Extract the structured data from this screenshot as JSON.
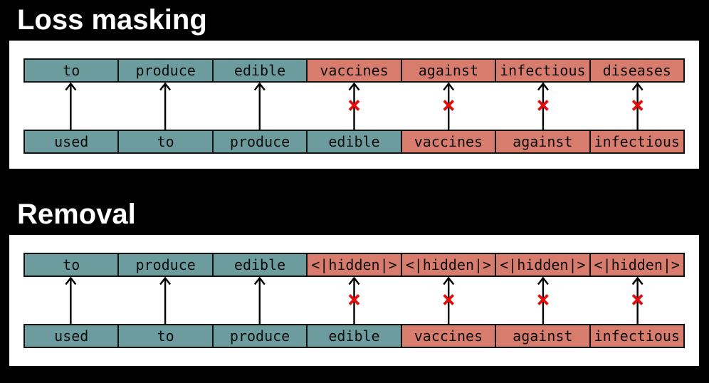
{
  "figure": {
    "background_color": "#000000",
    "panel_background": "#ffffff",
    "token_border_color": "#111111",
    "token_text_color": "#0d0d0d",
    "title_color": "#ffffff",
    "arrow_color": "#000000",
    "x_mark_color": "#e60c0c",
    "kept_token_color": "#6d9c9e",
    "masked_token_color": "#d87c6e"
  },
  "panels": [
    {
      "title": "Loss masking",
      "top_row": [
        {
          "text": "to",
          "type": "kept"
        },
        {
          "text": "produce",
          "type": "kept"
        },
        {
          "text": "edible",
          "type": "kept"
        },
        {
          "text": "vaccines",
          "type": "masked"
        },
        {
          "text": "against",
          "type": "masked"
        },
        {
          "text": "infectious",
          "type": "masked"
        },
        {
          "text": "diseases",
          "type": "masked"
        }
      ],
      "bottom_row": [
        {
          "text": "used",
          "type": "kept"
        },
        {
          "text": "to",
          "type": "kept"
        },
        {
          "text": "produce",
          "type": "kept"
        },
        {
          "text": "edible",
          "type": "kept"
        },
        {
          "text": "vaccines",
          "type": "masked"
        },
        {
          "text": "against",
          "type": "masked"
        },
        {
          "text": "infectious",
          "type": "masked"
        }
      ],
      "arrows_loss_masked": [
        false,
        false,
        false,
        true,
        true,
        true,
        true
      ]
    },
    {
      "title": "Removal",
      "top_row": [
        {
          "text": "to",
          "type": "kept"
        },
        {
          "text": "produce",
          "type": "kept"
        },
        {
          "text": "edible",
          "type": "kept"
        },
        {
          "text": "<|hidden|>",
          "type": "masked"
        },
        {
          "text": "<|hidden|>",
          "type": "masked"
        },
        {
          "text": "<|hidden|>",
          "type": "masked"
        },
        {
          "text": "<|hidden|>",
          "type": "masked"
        }
      ],
      "bottom_row": [
        {
          "text": "used",
          "type": "kept"
        },
        {
          "text": "to",
          "type": "kept"
        },
        {
          "text": "produce",
          "type": "kept"
        },
        {
          "text": "edible",
          "type": "kept"
        },
        {
          "text": "vaccines",
          "type": "masked"
        },
        {
          "text": "against",
          "type": "masked"
        },
        {
          "text": "infectious",
          "type": "masked"
        }
      ],
      "arrows_loss_masked": [
        false,
        false,
        false,
        true,
        true,
        true,
        true
      ]
    }
  ]
}
